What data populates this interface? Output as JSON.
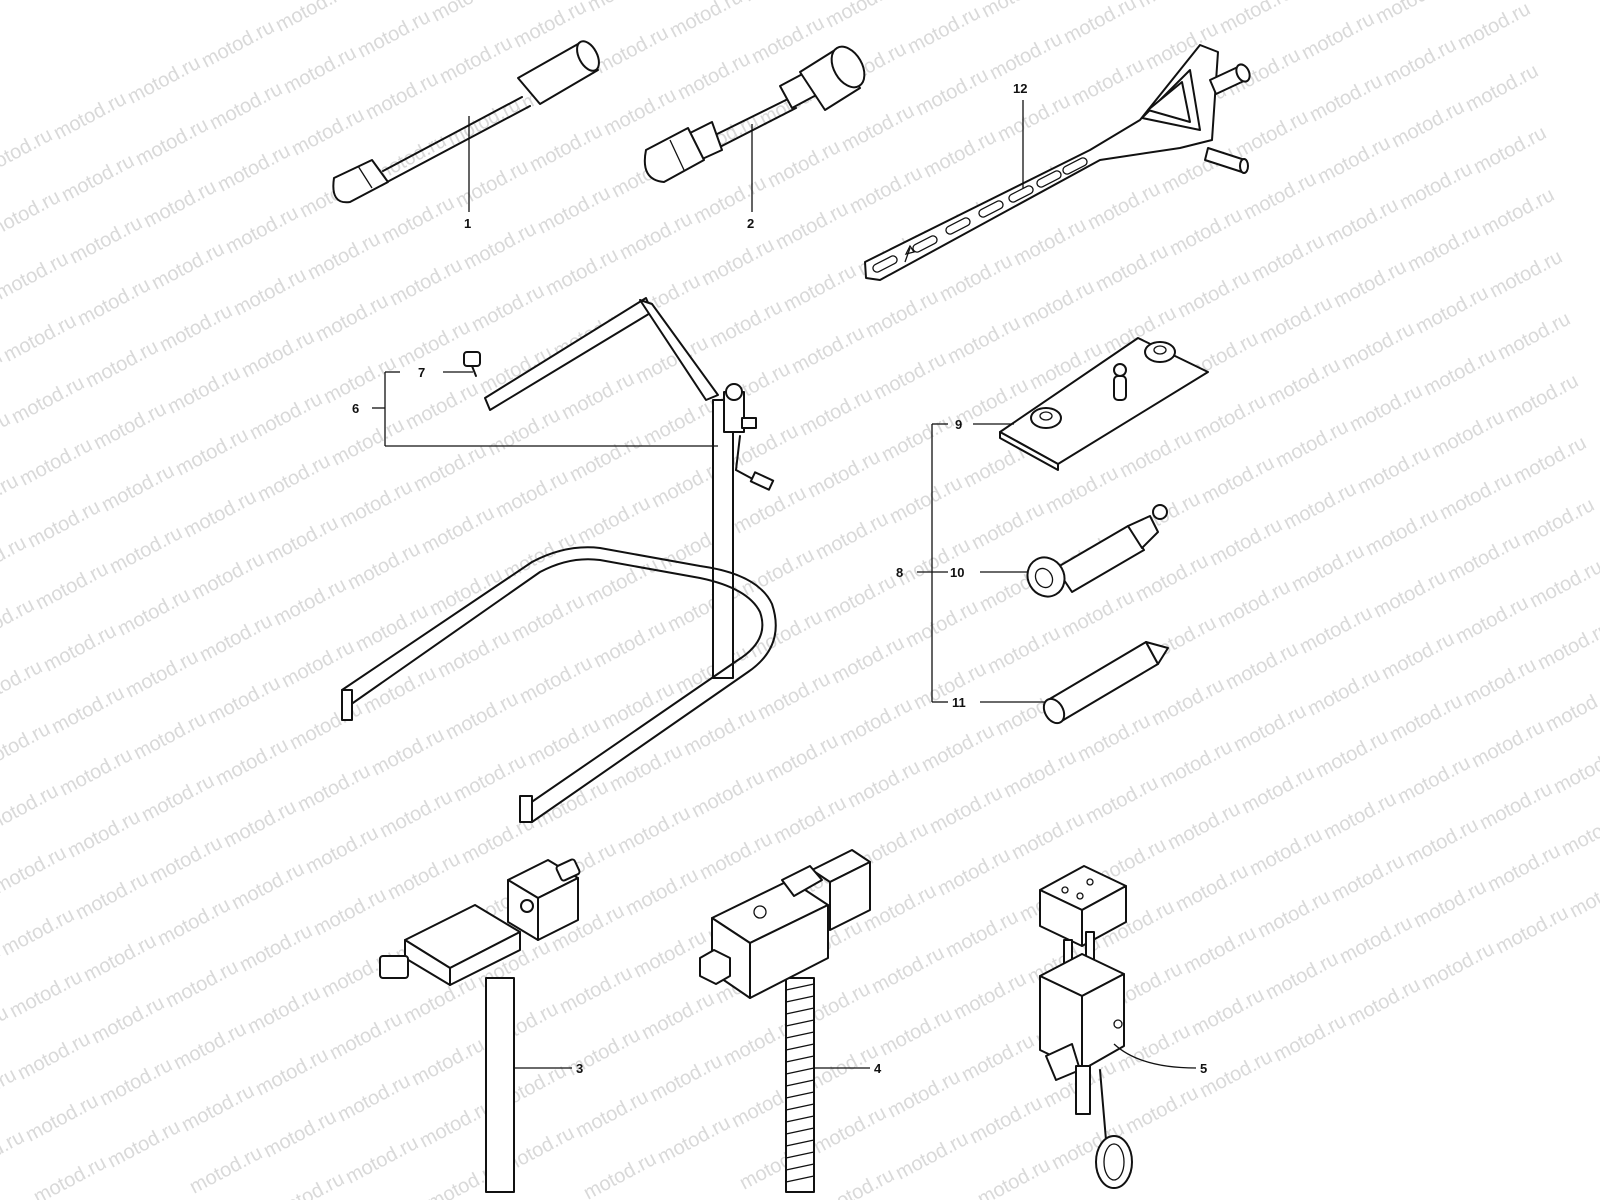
{
  "watermark": {
    "text": "motod.ru",
    "color": "#d9d9d9"
  },
  "callouts": {
    "c1": "1",
    "c2": "2",
    "c3": "3",
    "c4": "4",
    "c5": "5",
    "c6": "6",
    "c7": "7",
    "c8": "8",
    "c9": "9",
    "c10": "10",
    "c11": "11",
    "c12": "12"
  }
}
